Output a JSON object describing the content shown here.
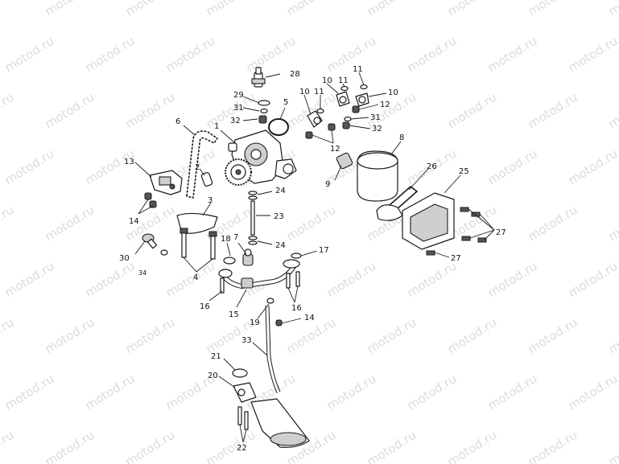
{
  "watermark": {
    "text": "motod.ru"
  },
  "callouts": {
    "c1": "1",
    "c2": "2",
    "c3": "3",
    "c4": "4",
    "c5": "5",
    "c6": "6",
    "c7": "7",
    "c8": "8",
    "c9": "9",
    "c10a": "10",
    "c10b": "10",
    "c10c": "10",
    "c11a": "11",
    "c11b": "11",
    "c11c": "11",
    "c12a": "12",
    "c12b": "12",
    "c13": "13",
    "c14a": "14",
    "c14b": "14",
    "c15": "15",
    "c16a": "16",
    "c16b": "16",
    "c17": "17",
    "c18": "18",
    "c19": "19",
    "c20": "20",
    "c21": "21",
    "c22": "22",
    "c23": "23",
    "c24a": "24",
    "c24b": "24",
    "c25": "25",
    "c26": "26",
    "c27a": "27",
    "c27b": "27",
    "c28": "28",
    "c29": "29",
    "c30": "30",
    "c31a": "31",
    "c31b": "31",
    "c32a": "32",
    "c32b": "32",
    "c33": "33",
    "c34": "34"
  }
}
